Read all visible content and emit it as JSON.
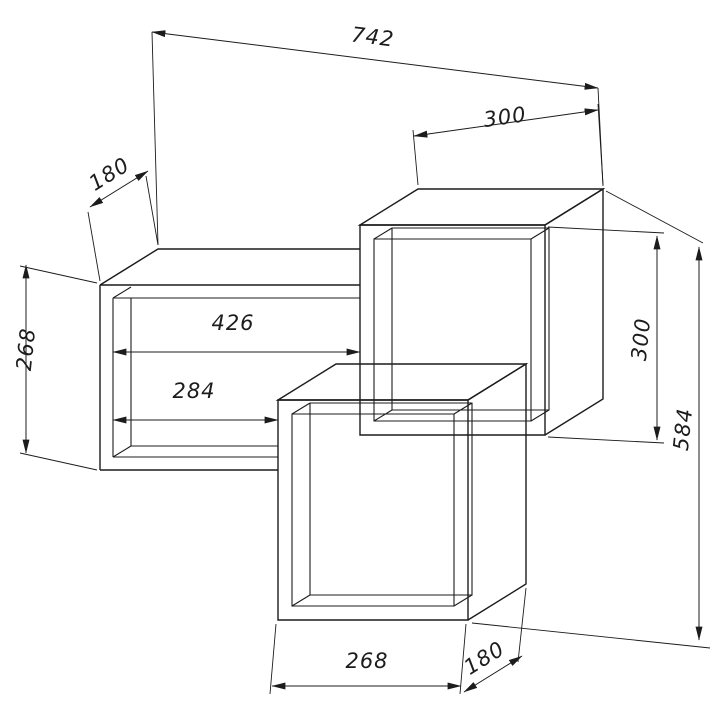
{
  "page": {
    "background": "#ffffff",
    "line_color": "#1c1c1c"
  },
  "drawing": {
    "type": "technical-drawing",
    "subject": "wall-mounted shelf unit with three open boxes, oblique projection",
    "dimensions": {
      "total_width": "742",
      "upper_box_width": "300",
      "shelf_depth": "180",
      "shelf_height": "268",
      "inner_width_to_upper_box": "426",
      "inner_width_to_lower_box": "284",
      "upper_box_height": "300",
      "total_height": "584",
      "lower_box_width": "268",
      "lower_box_depth": "180"
    }
  }
}
